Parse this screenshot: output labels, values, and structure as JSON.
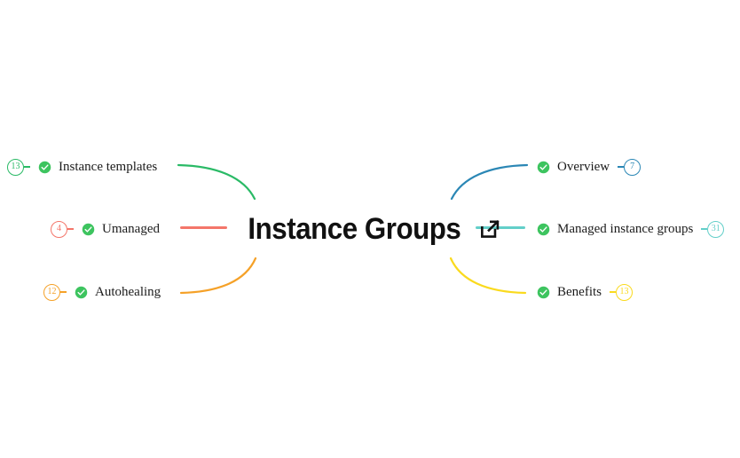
{
  "center": {
    "title": "Instance Groups",
    "link_icon": "external-link-icon"
  },
  "branches": {
    "left": [
      {
        "label": "Instance templates",
        "badge": "13",
        "color": "#2aba66",
        "check_icon": "check-circle-icon",
        "connector": "curve-down"
      },
      {
        "label": "Umanaged",
        "badge": "4",
        "color": "#f4766a",
        "check_icon": "check-circle-icon",
        "connector": "straight"
      },
      {
        "label": "Autohealing",
        "badge": "12",
        "color": "#f5a128",
        "check_icon": "check-circle-icon",
        "connector": "curve-up"
      }
    ],
    "right": [
      {
        "label": "Overview",
        "badge": "7",
        "color": "#2b87b5",
        "check_icon": "check-circle-icon",
        "connector": "curve-down"
      },
      {
        "label": "Managed instance groups",
        "badge": "31",
        "color": "#63cfc9",
        "check_icon": "check-circle-icon",
        "connector": "straight"
      },
      {
        "label": "Benefits",
        "badge": "13",
        "color": "#fada1e",
        "check_icon": "check-circle-icon",
        "connector": "curve-up"
      }
    ]
  },
  "palette": {
    "check_green": "#3dc45f",
    "title_color": "#111111",
    "background": "#ffffff"
  }
}
